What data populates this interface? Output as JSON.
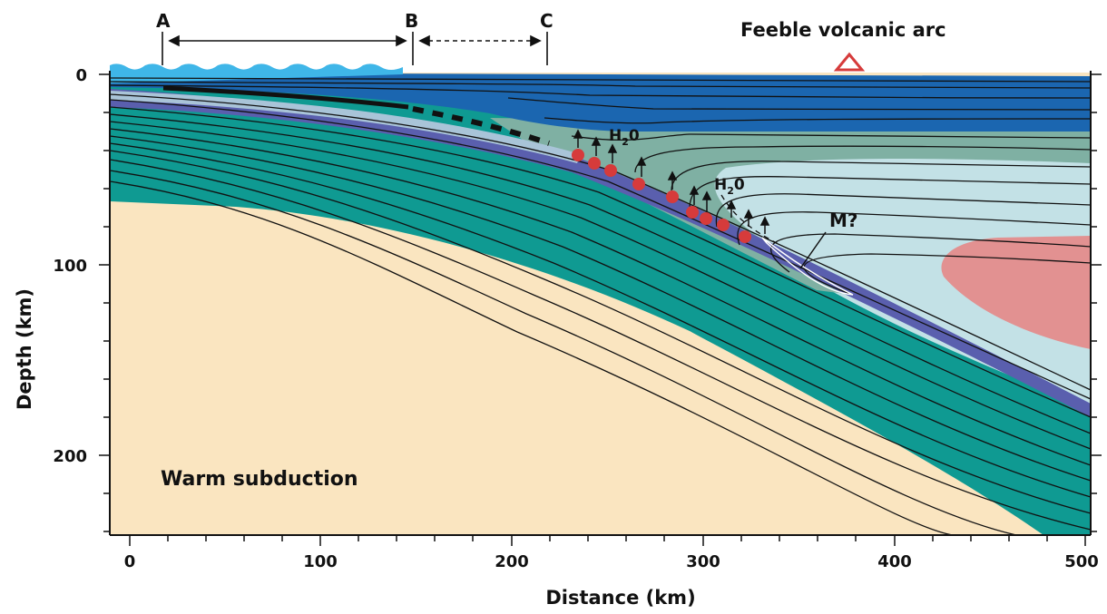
{
  "labels": {
    "point_a": "A",
    "point_b": "B",
    "point_c": "C",
    "arc": "Feeble volcanic arc",
    "h2o_1": "H",
    "h2o_1_sub": "2",
    "h2o_1_tail": "0",
    "h2o_2": "H",
    "h2o_2_sub": "2",
    "h2o_2_tail": "0",
    "melt": "M?",
    "regime": "Warm subduction",
    "x_axis_title": "Distance (km)",
    "y_axis_title": "Depth (km)"
  },
  "axes": {
    "x_ticks": [
      "0",
      "100",
      "200",
      "300",
      "400",
      "500"
    ],
    "y_ticks": [
      "0",
      "100",
      "200"
    ],
    "x_range_km": [
      -10,
      500
    ],
    "y_range_km": [
      0,
      240
    ]
  },
  "colors": {
    "ocean": "#3fb6e8",
    "slab_top": "#5a5fae",
    "slab_light": "#a9c4d8",
    "upper_plate": "#1b66b0",
    "wedge_green": "#7fb0a3",
    "wedge_light": "#c3e1e6",
    "slab_mantle": "#0f9a92",
    "deep_mantle": "#fae5c0",
    "hot_core": "#e29191",
    "dehydration": "#d63b3b",
    "arc": "#d63b3b"
  }
}
